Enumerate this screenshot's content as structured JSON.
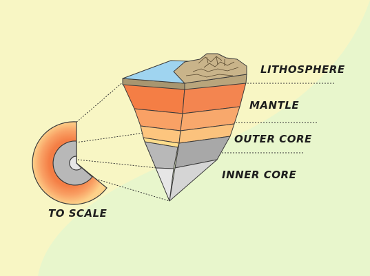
{
  "labels": {
    "lithosphere": "LITHOSPHERE",
    "mantle": "MANTLE",
    "outer_core": "OUTER CORE",
    "inner_core": "INNER CORE",
    "to_scale": "TO SCALE"
  },
  "colors": {
    "background_yellow": "#f8f6c4",
    "background_green": "#e8f6cc",
    "ocean": "#9fd4f0",
    "crust": "#c9b48a",
    "mantle_upper": "#f47e45",
    "mantle_mid": "#f9a165",
    "mantle_lower": "#fdc57e",
    "outer_core_band": "#fddd8c",
    "outer_core": "#b8b8b8",
    "inner_core": "#e6e6e6"
  }
}
